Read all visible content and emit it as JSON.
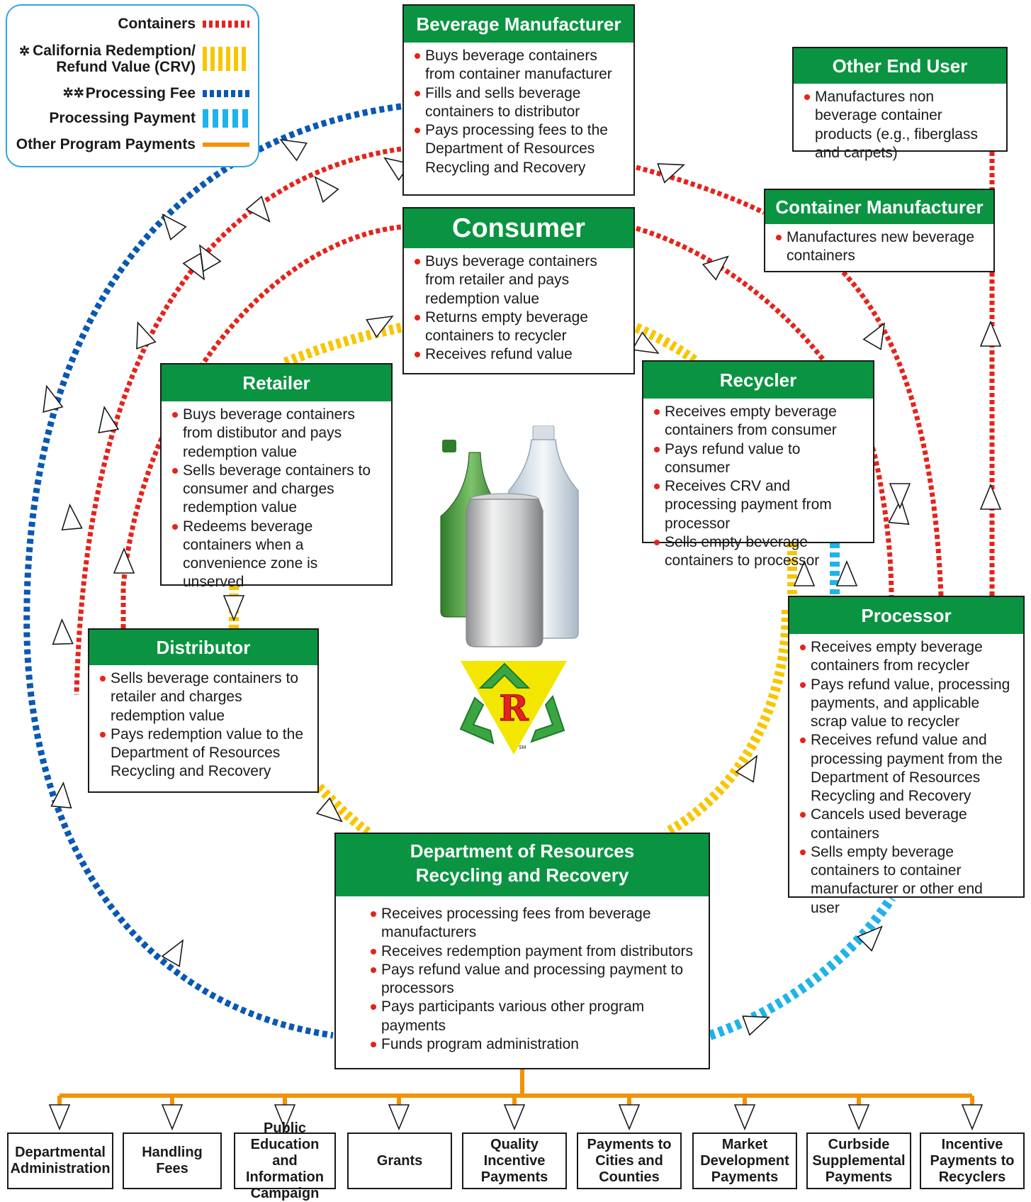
{
  "legend": {
    "containers": "Containers",
    "crv_line1": "California Redemption/",
    "crv_line2": "Refund Value (CRV)",
    "crv_marker": "✲",
    "fee_marker": "✲✲",
    "processing_fee": "Processing Fee",
    "processing_payment": "Processing Payment",
    "other_payments": "Other Program Payments"
  },
  "colors": {
    "containers": "#e5231b",
    "crv": "#f7c600",
    "processing_fee": "#0a58b3",
    "processing_payment": "#1fb3ea",
    "other_payments": "#f39200",
    "header_green": "#0a9441"
  },
  "beverage_manufacturer": {
    "title": "Beverage Manufacturer",
    "items": [
      "Buys beverage containers from container manufacturer",
      "Fills and sells beverage containers to distributor",
      "Pays processing fees to the Department of Resources Recycling and Recovery"
    ]
  },
  "other_end_user": {
    "title": "Other End User",
    "items": [
      "Manufactures non beverage container products (e.g., fiberglass and carpets)"
    ]
  },
  "container_manufacturer": {
    "title": "Container Manufacturer",
    "items": [
      "Manufactures new beverage containers"
    ]
  },
  "consumer": {
    "title": "Consumer",
    "items": [
      "Buys beverage containers from retailer and pays redemption value",
      "Returns empty beverage containers to recycler",
      "Receives refund value"
    ]
  },
  "retailer": {
    "title": "Retailer",
    "items": [
      "Buys beverage containers from distibutor and pays redemption value",
      "Sells beverage containers to consumer and charges redemption value",
      "Redeems beverage containers when a convenience zone is unserved"
    ]
  },
  "recycler": {
    "title": "Recycler",
    "items": [
      "Receives empty beverage containers from consumer",
      "Pays refund value to consumer",
      "Receives CRV and processing payment from processor",
      "Sells empty beverage containers to processor"
    ]
  },
  "distributor": {
    "title": "Distributor",
    "items": [
      "Sells beverage containers to retailer and charges redemption value",
      "Pays redemption value to the Department of Resources Recycling and Recovery"
    ]
  },
  "processor": {
    "title": "Processor",
    "items": [
      "Receives empty beverage containers from recycler",
      "Pays refund value, processing payments, and applicable scrap value to recycler",
      "Receives refund value and processing payment from the Department of Resources Recycling and Recovery",
      "Cancels used beverage containers",
      "Sells empty beverage containers to container manufacturer or other end user"
    ]
  },
  "department": {
    "title_line1": "Department of Resources",
    "title_line2": "Recycling and Recovery",
    "items": [
      "Receives processing fees from beverage manufacturers",
      "Receives redemption payment from distributors",
      "Pays refund value and processing payment to processors",
      "Pays participants various other program payments",
      "Funds program administration"
    ]
  },
  "logo": {
    "letter": "R",
    "mark": "SM"
  },
  "program_payments": [
    "Departmental Administration",
    "Handling Fees",
    "Public Education and Information Campaign",
    "Grants",
    "Quality Incentive Payments",
    "Payments to Cities and Counties",
    "Market Development Payments",
    "Curbside Supplemental Payments",
    "Incentive Payments to Recyclers"
  ]
}
